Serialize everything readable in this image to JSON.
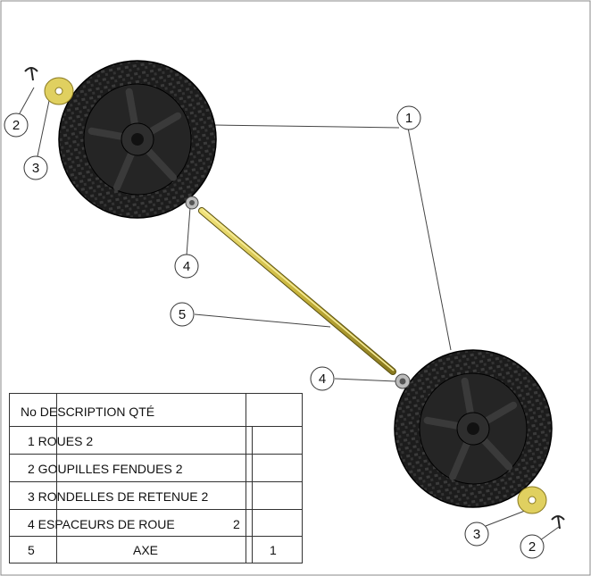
{
  "diagram": {
    "balloons": [
      {
        "id": "b1",
        "label": "1"
      },
      {
        "id": "b2a",
        "label": "2"
      },
      {
        "id": "b3a",
        "label": "3"
      },
      {
        "id": "b4a",
        "label": "4"
      },
      {
        "id": "b5",
        "label": "5"
      },
      {
        "id": "b4b",
        "label": "4"
      },
      {
        "id": "b3b",
        "label": "3"
      },
      {
        "id": "b2b",
        "label": "2"
      }
    ]
  },
  "bom": {
    "header": "No DESCRIPTION QTÉ",
    "rows": [
      {
        "text": "1 ROUES 2"
      },
      {
        "text": "2 GOUPILLES FENDUES 2"
      },
      {
        "text": "3 RONDELLES DE RETENUE 2"
      },
      {
        "text": "4 ESPACEURS DE ROUE",
        "qty": "2"
      },
      {
        "no": "5",
        "desc": "AXE",
        "qty": "1"
      }
    ]
  },
  "colors": {
    "axle": "#d4c24a",
    "washer": "#e0d060",
    "tire": "#1c1c1c"
  }
}
